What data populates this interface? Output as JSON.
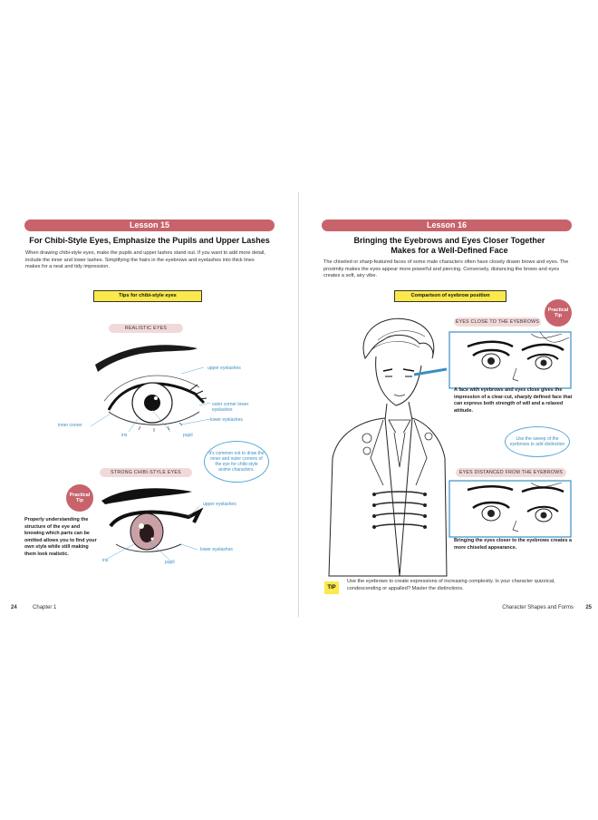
{
  "left": {
    "lesson": "Lesson 15",
    "heading": "For Chibi-Style Eyes, Emphasize the Pupils and Upper Lashes",
    "body": "When drawing chibi-style eyes, make the pupils and upper lashes stand out. If you want to add more detail, include the inner and lower lashes. Simplifying the hairs in the eyebrows and eyelashes into thick lines makes for a neat and tidy impression.",
    "tips_box": "Tips for chibi-style eyes",
    "realistic_label": "REALISTIC EYES",
    "realistic_callouts": {
      "upper_eyelashes": "upper eyelashes",
      "outer_corner": "outer corner lower eyelashes",
      "lower_eyelashes": "lower eyelashes",
      "inner_corner": "inner corner",
      "iris": "iris",
      "pupil": "pupil"
    },
    "bubble": "It's common not to draw the inner and outer corners of the eye for chibi-style anime characters.",
    "chibi_label": "STRONG CHIBI-STYLE EYES",
    "practical_tip": "Practical Tip",
    "chibi_note": "Properly understanding the structure of the eye and knowing which parts can be omitted allows you to find your own style while still making them look realistic.",
    "chibi_callouts": {
      "upper_eyelashes": "upper eyelashes",
      "lower_eyelashes": "lower eyelashes",
      "iris": "iris",
      "pupil": "pupil"
    },
    "page_number": "24",
    "chapter": "Chapter 1"
  },
  "right": {
    "lesson": "Lesson 16",
    "heading_line1": "Bringing the Eyebrows and Eyes Closer Together",
    "heading_line2": "Makes for a Well-Defined Face",
    "body": "The chiseled or sharp-featured faces of some male characters often have closely drawn brows and eyes. The proximity makes the eyes appear more powerful and piercing. Conversely, distancing the brows and eyes creates a soft, airy vibe.",
    "comparison_box": "Comparison of eyebrow position",
    "practical_tip": "Practical Tip",
    "close_label": "EYES CLOSE TO THE EYEBROWS",
    "close_note": "A face with eyebrows and eyes close gives the impression of a clear-cut, sharply defined face that can express both strength of will and a relaxed attitude.",
    "bubble": "Use the sweep of the eyebrows to add distinction",
    "distanced_label": "EYES DISTANCED FROM THE EYEBROWS",
    "distanced_note": "Bringing the eyes closer to the eyebrows creates a more chiseled appearance.",
    "tip_tag": "TIP",
    "tip_text": "Use the eyebrows to create expressions of increasing complexity. Is your character quizzical, condescending or appalled? Master the distinctions.",
    "section": "Character Shapes and Forms",
    "page_number": "25"
  },
  "colors": {
    "accent": "#c8636b",
    "pill_bg": "#f2d9d9",
    "yellow": "#fbe94b",
    "callout_blue": "#3a8fc4"
  }
}
